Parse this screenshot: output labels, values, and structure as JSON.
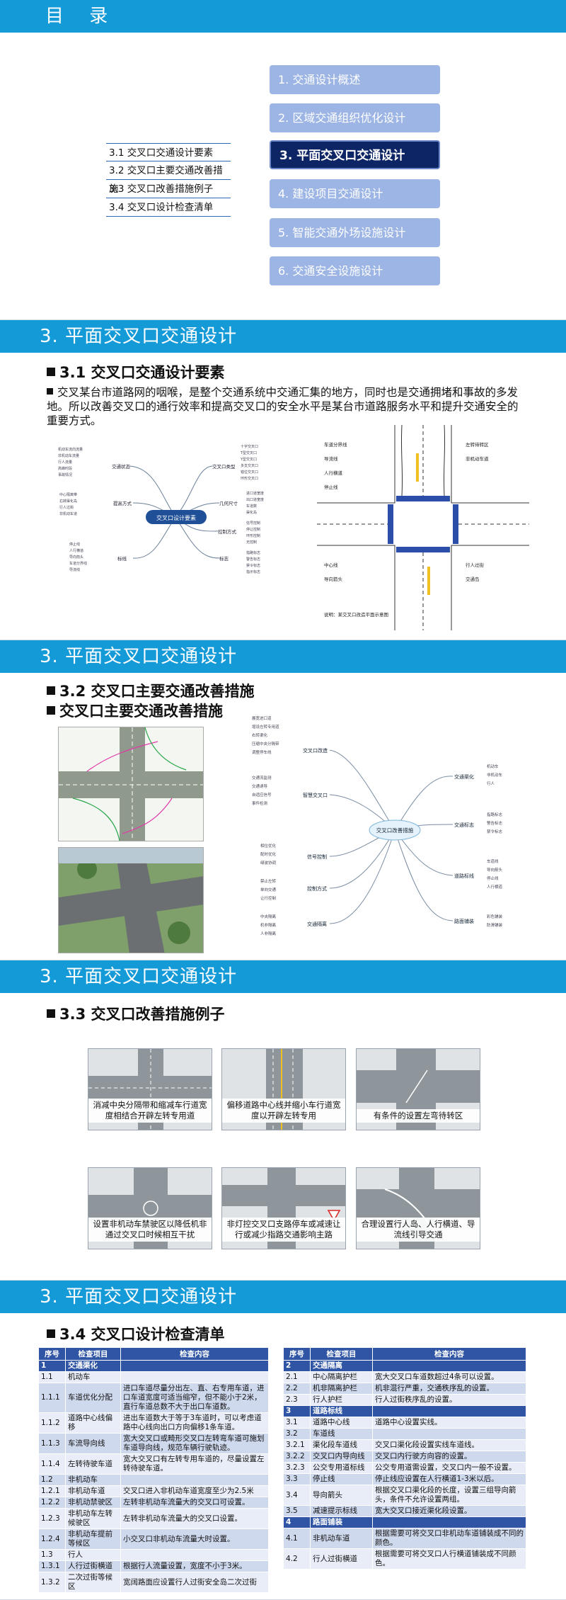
{
  "slide1": {
    "title": "目 录",
    "toc": [
      "1. 交通设计概述",
      "2.  区域交通组织优化设计",
      "3. 平面交叉口交通设计",
      "4. 建设项目交通设计",
      "5. 智能交通外场设施设计",
      "6. 交通安全设施设计"
    ],
    "sub": [
      "3.1 交叉口交通设计要素",
      "3.2 交叉口主要交通改善措施",
      "3.3 交叉口改善措施例子",
      "3.4 交叉口设计检查清单"
    ]
  },
  "slide2": {
    "title": "3. 平面交叉口交通设计",
    "subtitle": "3.1 交叉口交通设计要素",
    "paragraph": "交叉某台市道路网的咽喉，是整个交通系统中交通汇集的地方，同时也是交通拥堵和事故的多发地。所以改善交叉口的通行效率和提高交叉口的安全水平是某台市道路服务水平和提升交通安全的重要方式。",
    "center": "交叉口设计要素",
    "branches": {
      "traffic": "交通状态",
      "type": "交叉口类型",
      "geometry": "几何尺寸",
      "facility": "提高方式",
      "control": "控制方式",
      "sign": "标线",
      "marking": "标志",
      "traffic_items": [
        "机动车流向流量",
        "非机动车流量",
        "行人流量",
        "高峰时段",
        "事故情况"
      ],
      "type_items": [
        "十字交叉口",
        "T型交叉口",
        "Y型交叉口",
        "多支交叉口",
        "错位交叉口",
        "环形交叉口"
      ],
      "geo_items": [
        "进口道宽度",
        "出口道宽度",
        "车道数",
        "渠化岛"
      ],
      "ctrl_items": [
        "信号控制",
        "停让控制",
        "环形控制",
        "无控制"
      ],
      "sign_items": [
        "指路标志",
        "警告标志",
        "禁令标志",
        "指示标志"
      ],
      "facility_items": [
        "中心隔离带",
        "右转渠化岛",
        "行人过街",
        "非机动车道"
      ],
      "mark_items": [
        "停止线",
        "人行横道",
        "导向箭头",
        "车道分界线",
        "导流线"
      ]
    },
    "drawing_labels": [
      "车道分界线",
      "导流线",
      "人行横道",
      "停止线",
      "中心线",
      "导向箭头",
      "左转待转区",
      "非机动车道",
      "行人过街",
      "交通岛"
    ],
    "drawing_note": "说明：某交叉口改造平面示意图"
  },
  "slide3": {
    "title": "3. 平面交叉口交通设计",
    "subtitle1": "3.2 交叉口主要交通改善措施",
    "subtitle2": "交叉口主要交通改善措施",
    "center": "交叉口改善措施",
    "left_branches": [
      "交叉口改造",
      "智慧交叉口",
      "信号控制",
      "控制方式",
      "交通隔离"
    ],
    "right_branches": [
      "交通渠化",
      "交通标志",
      "道路标线",
      "路面铺装"
    ],
    "left_items": {
      "b0": [
        "展宽进口道",
        "增设左转专用道",
        "右转渠化",
        "压缩中央分隔带",
        "调整停车线"
      ],
      "b1": [
        "交通流监测",
        "交通诱导",
        "自适应信号",
        "事件检测"
      ],
      "b2": [
        "相位优化",
        "配时优化",
        "绿波协调"
      ],
      "b3": [
        "禁止左转",
        "单向交通",
        "让行控制"
      ],
      "b4": [
        "中央隔离",
        "机非隔离",
        "人非隔离"
      ]
    },
    "right_items": {
      "b0": [
        "机动车",
        "非机动车",
        "行人"
      ],
      "b1": [
        "指路标志",
        "警告标志",
        "禁令标志"
      ],
      "b2": [
        "车道线",
        "导向箭头",
        "停止线",
        "人行横道"
      ],
      "b3": [
        "彩色铺装",
        "防滑铺装"
      ]
    }
  },
  "slide4": {
    "title": "3. 平面交叉口交通设计",
    "subtitle": "3.3 交叉口改善措施例子",
    "cards": [
      "消减中央分隔带和缩减车行道宽度相结合开辟左转专用道",
      "偏移道路中心线并缩小车行道宽度以开辟左转专用",
      "有条件的设置左弯待转区",
      "设置非机动车禁驶区以降低机非通过交叉口时候相互干扰",
      "非灯控交叉口支路停车或减速让行或减少指路交通影响主路",
      "合理设置行人岛、人行横道、导流线引导交通"
    ]
  },
  "slide5": {
    "title": "3. 平面交叉口交通设计",
    "subtitle": "3.4 交叉口设计检查清单",
    "headers": [
      "序号",
      "检查项目",
      "检查内容"
    ],
    "left_rows": [
      {
        "sec": true,
        "no": "1",
        "item": "交通渠化",
        "content": ""
      },
      {
        "sec": false,
        "no": "1.1",
        "item": "机动车",
        "content": ""
      },
      {
        "sec": false,
        "no": "1.1.1",
        "item": "车道优化分配",
        "content": "进口车道尽量分出左、直、右专用车道，进口车道宽度可适当缩窄，但不能小于2米，直行车道总数不大于出口车道数。"
      },
      {
        "sec": false,
        "no": "1.1.2",
        "item": "道路中心线偏移",
        "content": "进出车道数大于等于3车道时，可以考虑道路中心线向出口方向偏移1条车道。"
      },
      {
        "sec": false,
        "no": "1.1.3",
        "item": "车流导向线",
        "content": "宽大交叉口或畸形交叉口左转弯车道可施划车道导向线，规范车辆行驶轨迹。"
      },
      {
        "sec": false,
        "no": "1.1.4",
        "item": "左转待驶车道",
        "content": "宽大交叉口有左转专用车道的，尽量设置左转待驶车道。"
      },
      {
        "sec": false,
        "no": "1.2",
        "item": "非机动车",
        "content": ""
      },
      {
        "sec": false,
        "no": "1.2.1",
        "item": "非机动车道",
        "content": "交叉口进入非机动车道宽度至少为2.5米"
      },
      {
        "sec": false,
        "no": "1.2.2",
        "item": "非机动禁驶区",
        "content": "左转非机动车流量大的交叉口可设置。"
      },
      {
        "sec": false,
        "no": "1.2.3",
        "item": "非机动车左转候驶区",
        "content": "左转非机动车流量大的交叉口设置。"
      },
      {
        "sec": false,
        "no": "1.2.4",
        "item": "非机动车提前等候区",
        "content": "小交叉口非机动车流量大时设置。"
      },
      {
        "sec": false,
        "no": "1.3",
        "item": "行人",
        "content": ""
      },
      {
        "sec": false,
        "no": "1.3.1",
        "item": "人行过街横道",
        "content": "根据行人流量设置，宽度不小于3米。"
      },
      {
        "sec": false,
        "no": "1.3.2",
        "item": "二次过街等候区",
        "content": "宽阔路面应设置行人过街安全岛二次过街"
      }
    ],
    "right_rows": [
      {
        "sec": true,
        "no": "2",
        "item": "交通隔离",
        "content": ""
      },
      {
        "sec": false,
        "no": "2.1",
        "item": "中心隔离护栏",
        "content": "宽大交叉口车道数超过4条可以设置。"
      },
      {
        "sec": false,
        "no": "2.2",
        "item": "机非隔离护栏",
        "content": "机非混行严重，交通秩序乱的设置。"
      },
      {
        "sec": false,
        "no": "2.3",
        "item": "行人护栏",
        "content": "行人过街秩序乱的设置。"
      },
      {
        "sec": true,
        "no": "3",
        "item": "道路标线",
        "content": ""
      },
      {
        "sec": false,
        "no": "3.1",
        "item": "道路中心线",
        "content": "道路中心设置实线。"
      },
      {
        "sec": false,
        "no": "3.2",
        "item": "车道线",
        "content": ""
      },
      {
        "sec": false,
        "no": "3.2.1",
        "item": "渠化段车道线",
        "content": "交叉口渠化段设置实线车道线。"
      },
      {
        "sec": false,
        "no": "3.2.2",
        "item": "交叉口内导向线",
        "content": "交叉口内行驶方向容的设置。"
      },
      {
        "sec": false,
        "no": "3.2.3",
        "item": "公交专用道标线",
        "content": "公交专用道需设置，交叉口内一般不设置。"
      },
      {
        "sec": false,
        "no": "3.3",
        "item": "停止线",
        "content": "停止线应设置在人行横道1-3米以后。"
      },
      {
        "sec": false,
        "no": "3.4",
        "item": "导向箭头",
        "content": "根据交叉口渠化段的长度，设置三组导向箭头，条件不允许设置两组。"
      },
      {
        "sec": false,
        "no": "3.5",
        "item": "减速提示标线",
        "content": "宽大交叉口接近渠化段设置。"
      },
      {
        "sec": true,
        "no": "4",
        "item": "路面铺装",
        "content": ""
      },
      {
        "sec": false,
        "no": "4.1",
        "item": "非机动车道",
        "content": "根据需要可将交叉口非机动车道铺装成不同的颜色。"
      },
      {
        "sec": false,
        "no": "4.2",
        "item": "行人过街横道",
        "content": "根据需要可将交叉口人行横道铺装成不同颜色。"
      }
    ]
  }
}
